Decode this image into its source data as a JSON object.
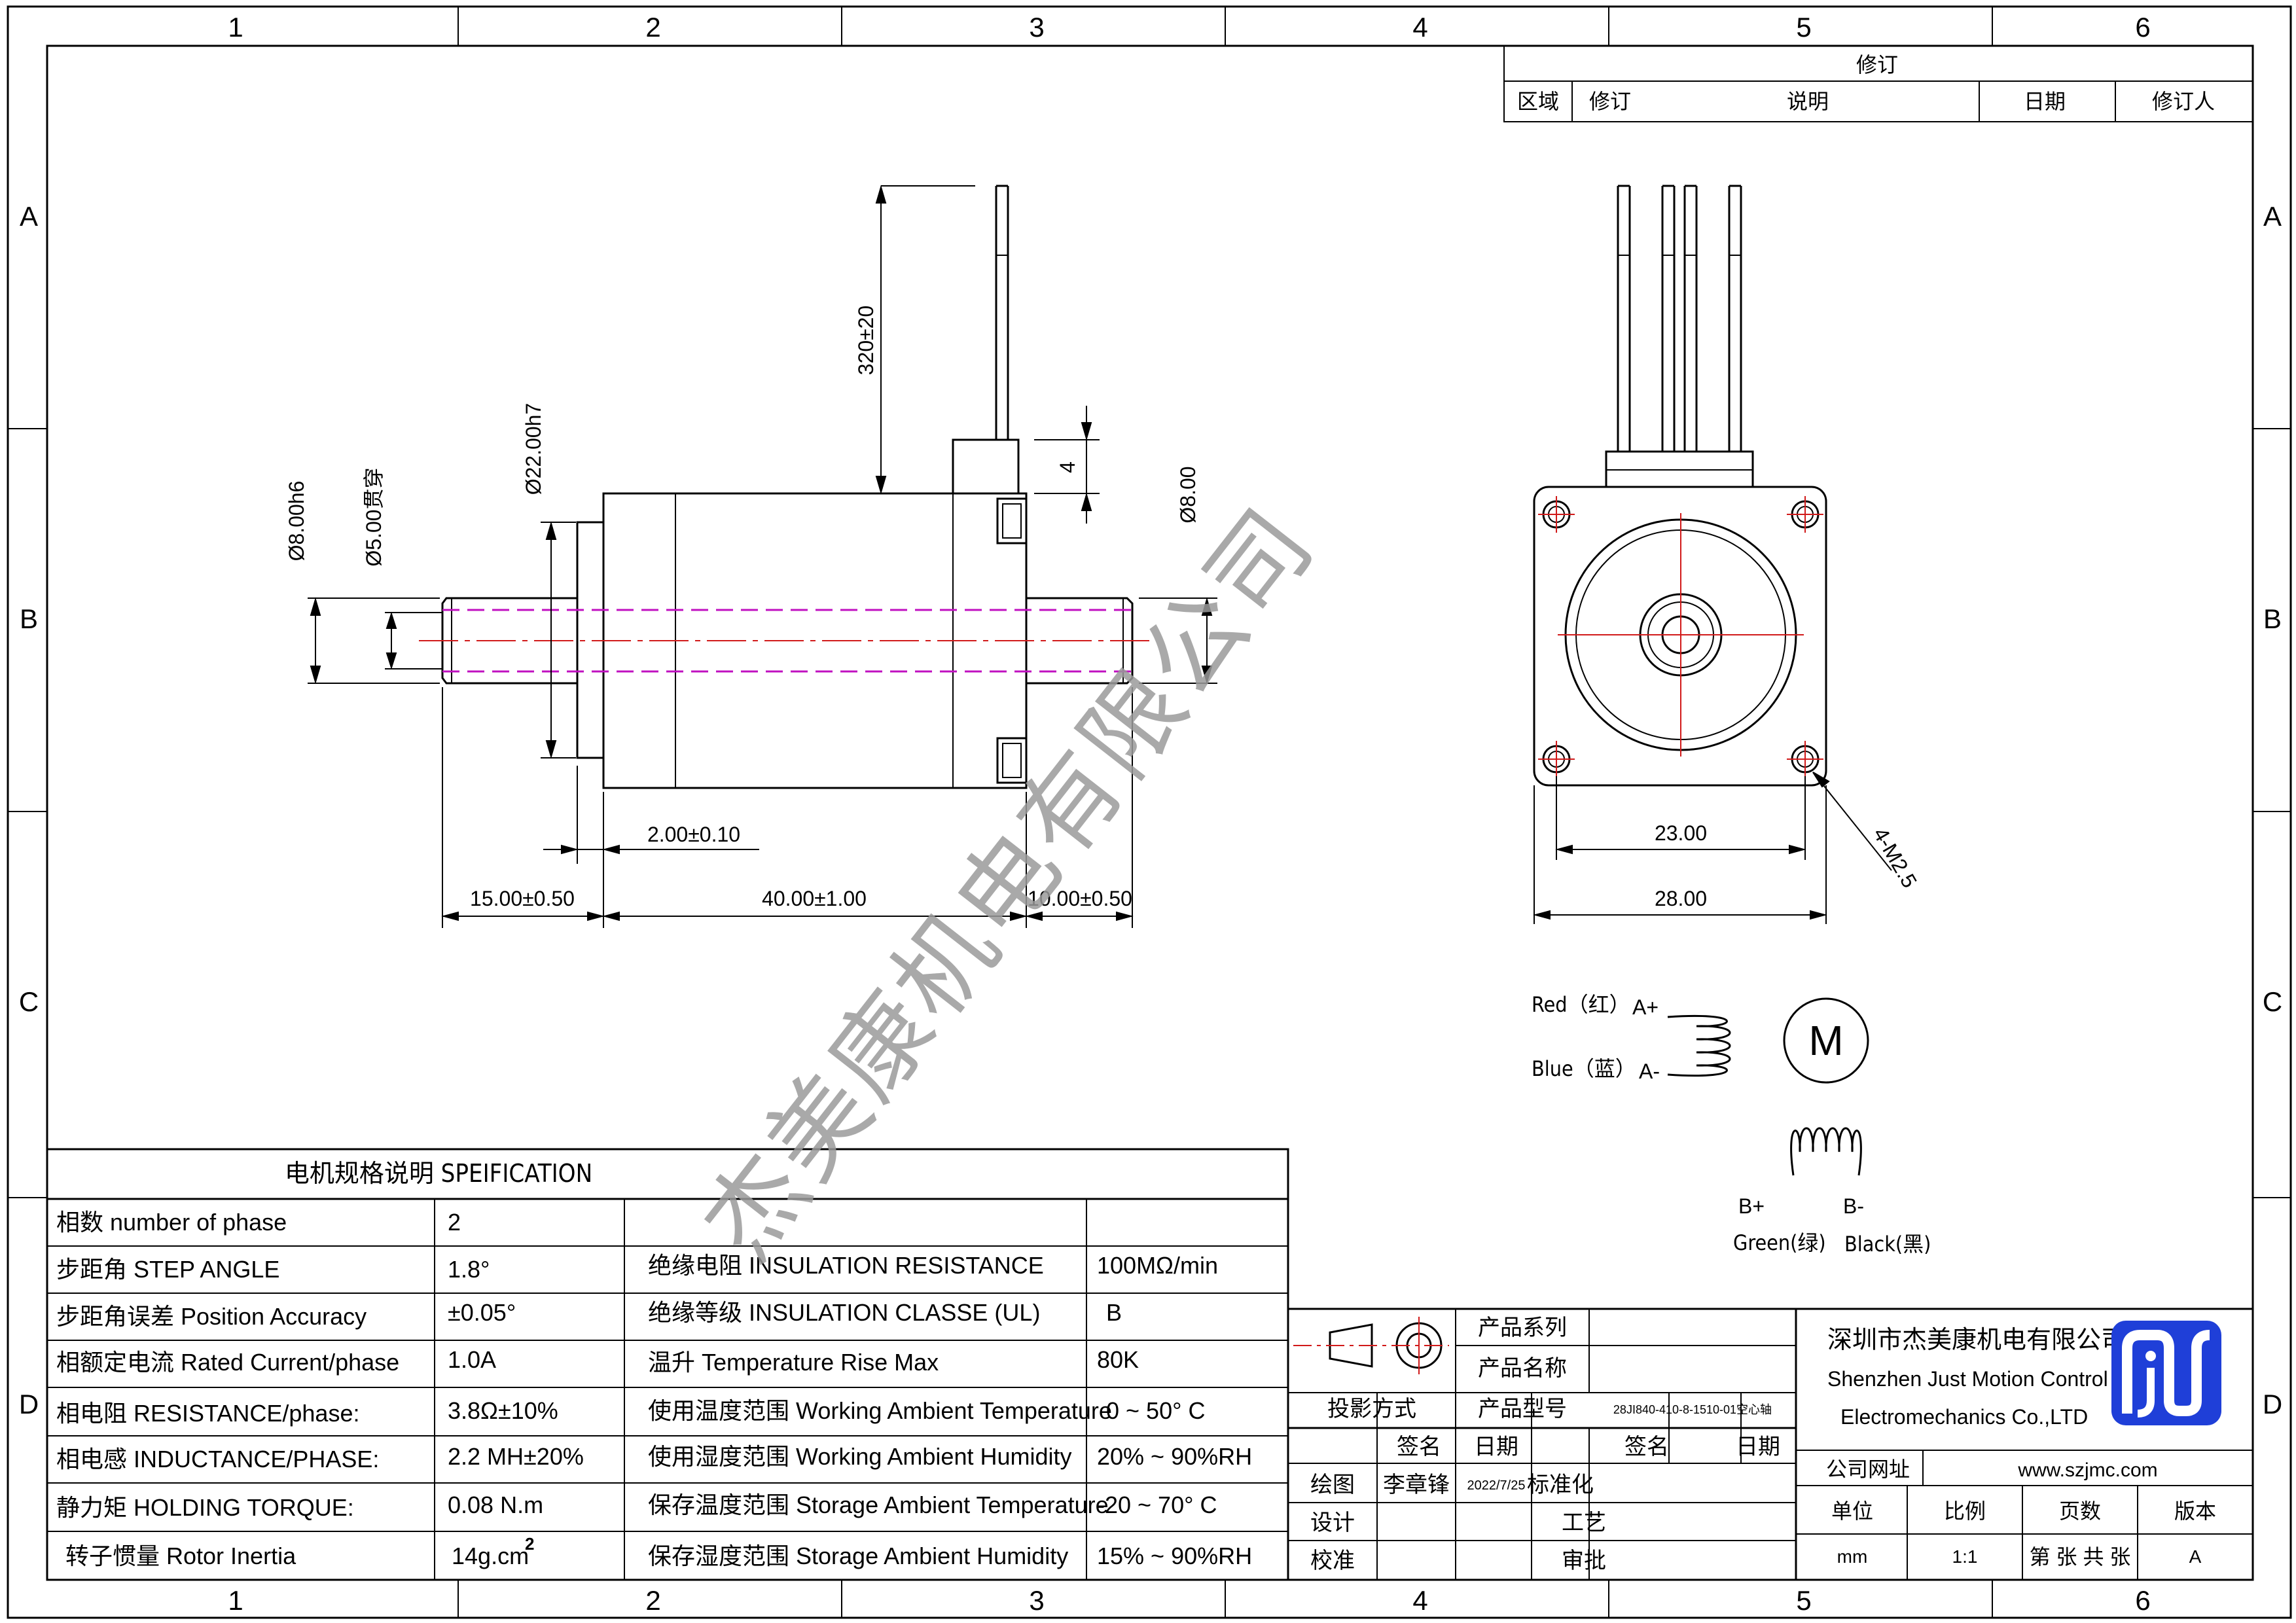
{
  "frame": {
    "columns": [
      "1",
      "2",
      "3",
      "4",
      "5",
      "6"
    ],
    "rows": [
      "A",
      "B",
      "C",
      "D"
    ]
  },
  "revision": {
    "title": "修订",
    "headers": [
      "区域",
      "修订",
      "说明",
      "日期",
      "修订人"
    ]
  },
  "watermark": "杰美康机电有限公司",
  "dims": {
    "lead": "320±20",
    "bore": "Ø5.00贯穿",
    "shaft": "Ø8.00h6",
    "boss": "Ø22.00h7",
    "lead_exit": "4",
    "shaft_right": "Ø8.00",
    "boss_len": "2.00±0.10",
    "front_shaft": "15.00±0.50",
    "body": "40.00±1.00",
    "rear_shaft": "10.00±0.50",
    "hole_pitch": "23.00",
    "flange": "28.00",
    "thread": "4-M2.5"
  },
  "wiring": {
    "red": "Red（红）",
    "blue": "Blue（蓝）",
    "a_plus": "A+",
    "a_minus": "A-",
    "b_plus": "B+",
    "b_minus": "B-",
    "green": "Green(绿)",
    "black": "Black(黑)",
    "motor": "M"
  },
  "spec": {
    "title": "电机规格说明 SPEIFICATION",
    "rows": [
      {
        "k1": "相数 number of phase",
        "v1": "2",
        "k2": "",
        "v2": ""
      },
      {
        "k1": "步距角 STEP ANGLE",
        "v1": "1.8°",
        "k2": "绝缘电阻 INSULATION RESISTANCE",
        "v2": "100MΩ/min"
      },
      {
        "k1": "步距角误差 Position Accuracy",
        "v1": "±0.05°",
        "k2": "绝缘等级 INSULATION CLASSE (UL)",
        "v2": "B"
      },
      {
        "k1": "相额定电流 Rated Current/phase",
        "v1": "1.0A",
        "k2": "温升 Temperature Rise Max",
        "v2": "80K"
      },
      {
        "k1": "相电阻 RESISTANCE/phase:",
        "v1": "3.8Ω±10%",
        "k2": "使用温度范围 Working Ambient Temperature",
        "v2": "0 ~ 50° C"
      },
      {
        "k1": "相电感 INDUCTANCE/PHASE:",
        "v1": "2.2 MH±20%",
        "k2": "使用湿度范围 Working Ambient Humidity",
        "v2": "20% ~ 90%RH"
      },
      {
        "k1": "静力矩 HOLDING TORQUE:",
        "v1": "0.08 N.m",
        "k2": "保存温度范围 Storage Ambient Temperature",
        "v2": "-20 ~ 70° C"
      },
      {
        "k1": "转子惯量 Rotor Inertia",
        "v1": "14g.cm",
        "v1sup": "2",
        "k2": "保存湿度范围 Storage Ambient Humidity",
        "v2": "15% ~ 90%RH"
      }
    ]
  },
  "titleblock": {
    "product_series": "产品系列",
    "product_name": "产品名称",
    "projection": "投影方式",
    "product_model": "产品型号",
    "model_value": "28JI840-410-8-1510-01空心轴",
    "sign": "签名",
    "date": "日期",
    "draw": "绘图",
    "drawer": "李章锋",
    "draw_date": "2022/7/25",
    "standard": "标准化",
    "design": "设计",
    "process": "工艺",
    "check": "校准",
    "approve": "审批",
    "company_cn": "深圳市杰美康机电有限公司",
    "company_en1": "Shenzhen Just Motion Control",
    "company_en2": "Electromechanics Co.,LTD",
    "website_label": "公司网址",
    "website": "www.szjmc.com",
    "unit_label": "单位",
    "scale_label": "比例",
    "pages_label": "页数",
    "version_label": "版本",
    "unit": "mm",
    "scale": "1:1",
    "pages": "第 张 共 张",
    "version": "A"
  },
  "colors": {
    "line": "#000000",
    "centerline": "#d11a1a",
    "hidden": "#c010c0",
    "logo": "#1f3fd8",
    "watermark": "#9a9a9a"
  }
}
